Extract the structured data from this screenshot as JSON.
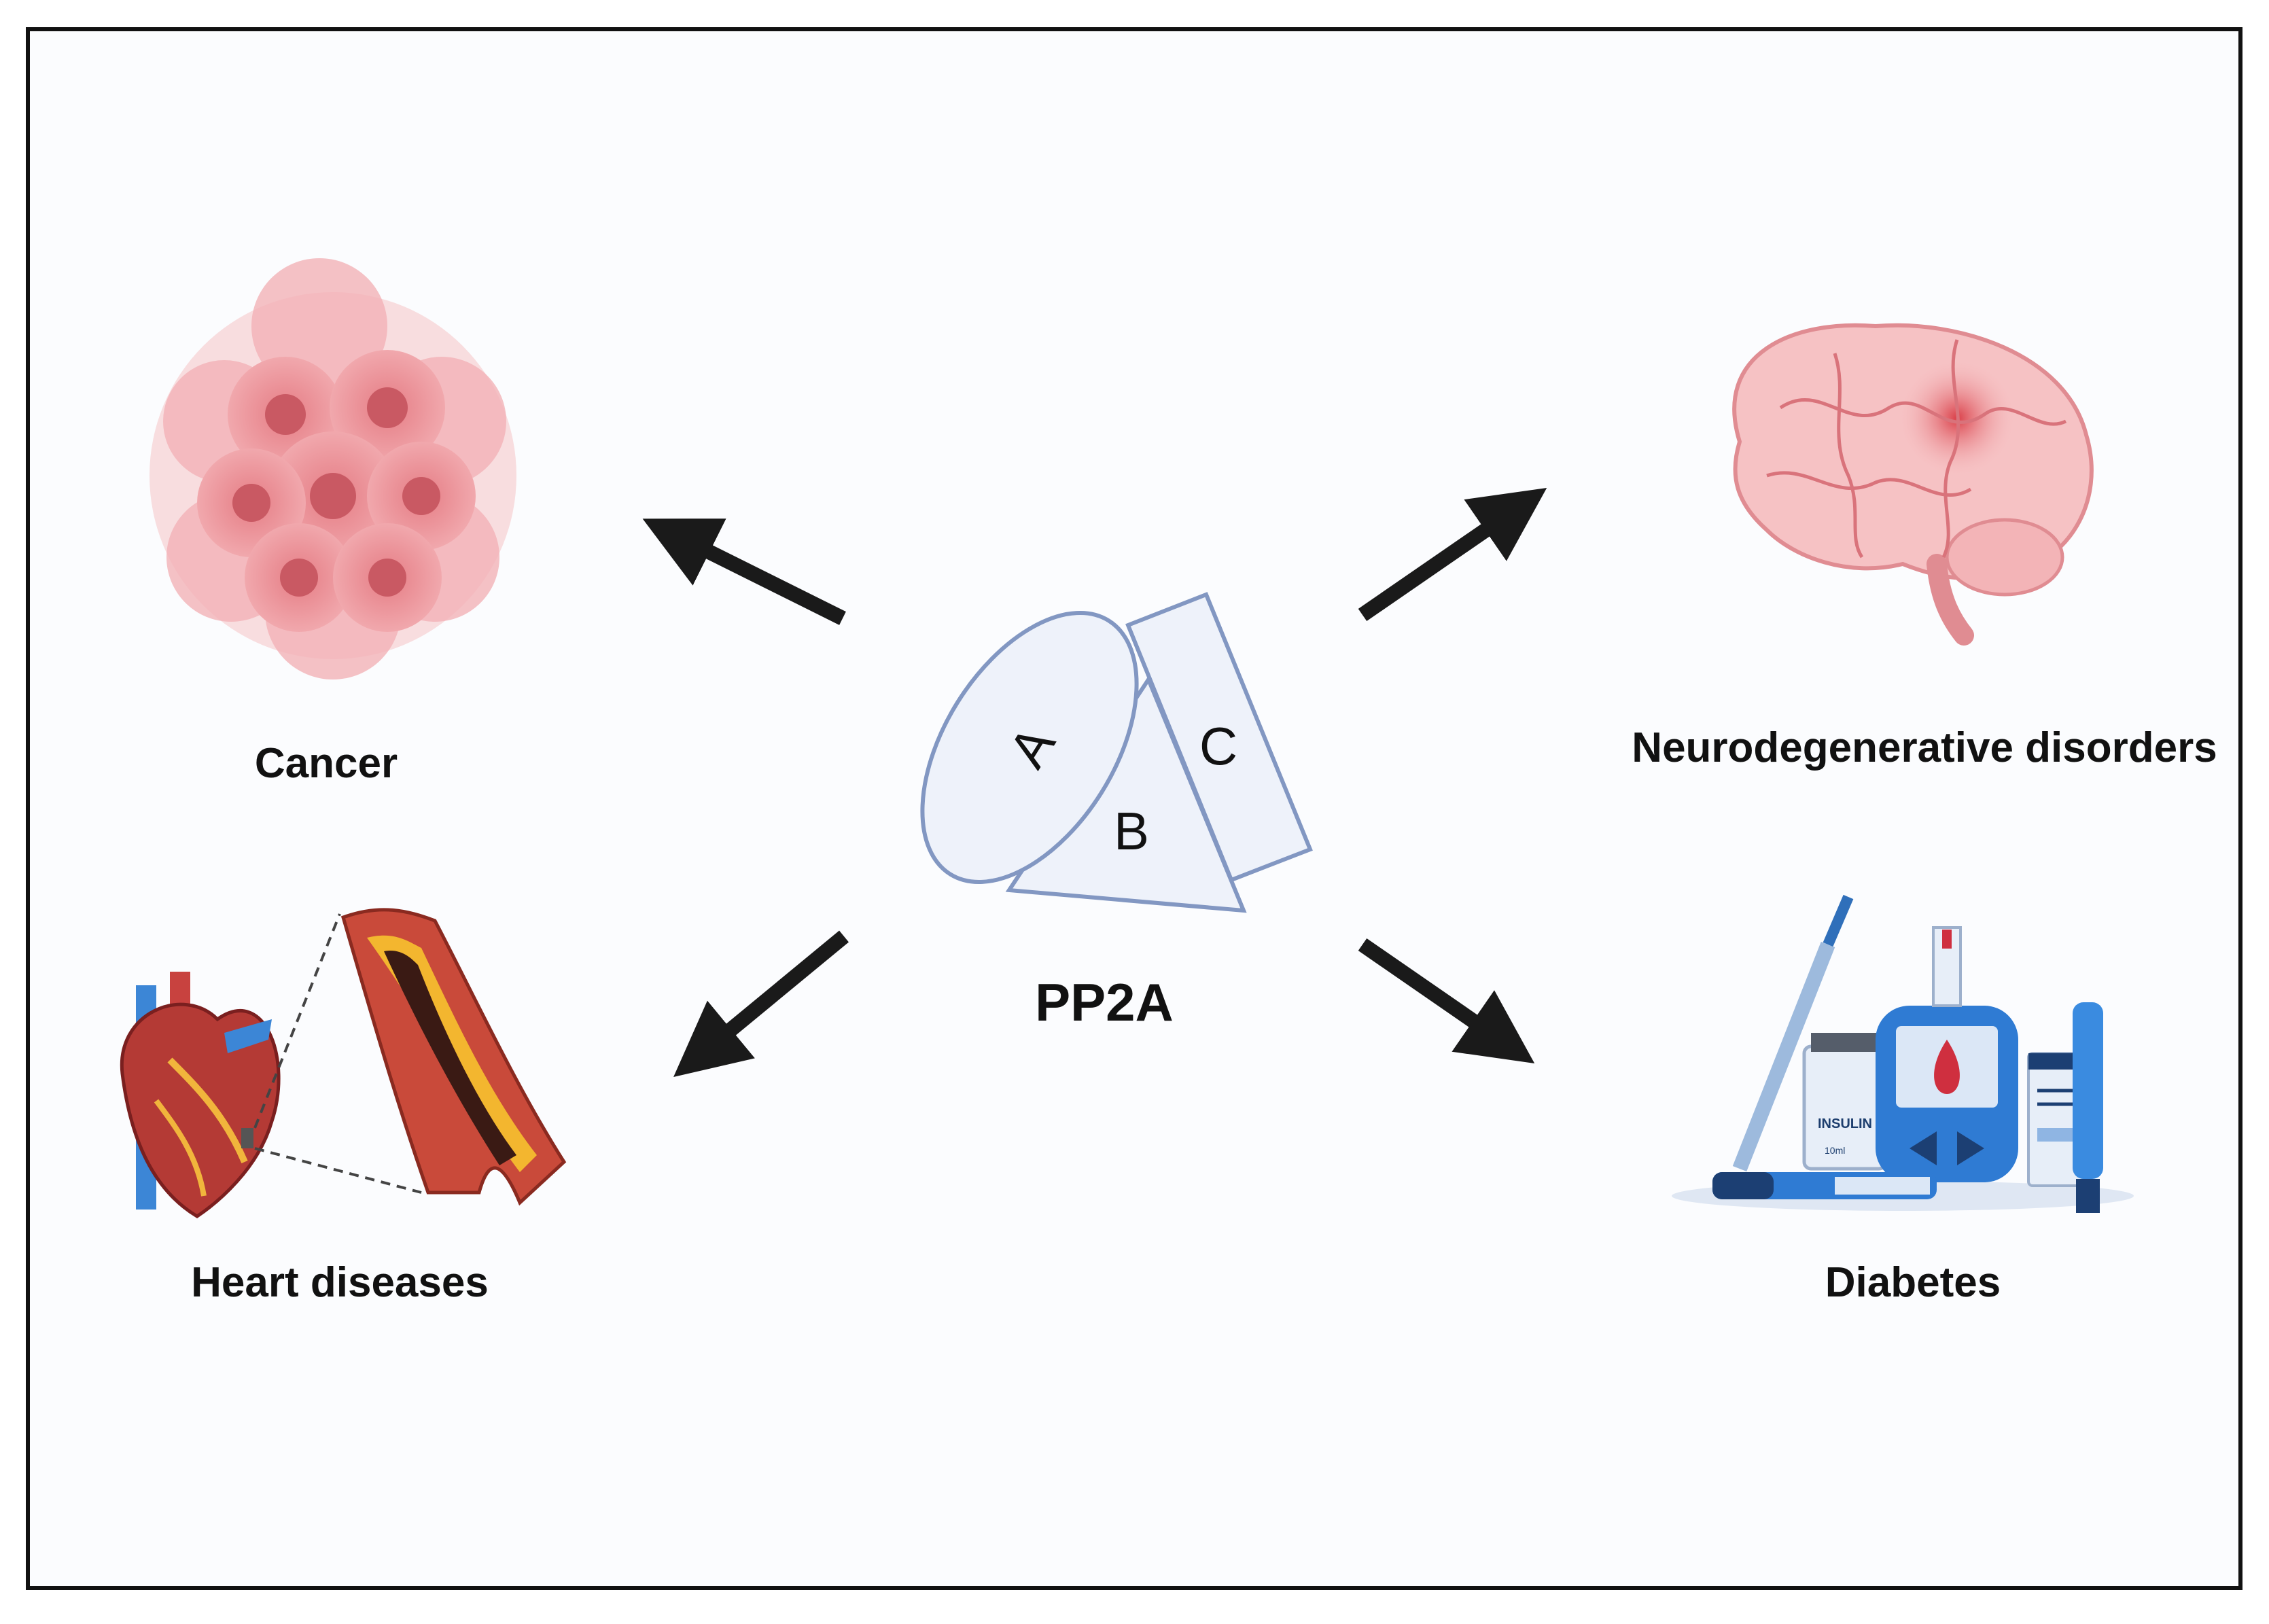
{
  "center": {
    "label": "PP2A",
    "subunits": [
      "A",
      "B",
      "C"
    ]
  },
  "diseases": [
    {
      "id": "cancer",
      "label": "Cancer",
      "icon": "cancer-cell-cluster-icon"
    },
    {
      "id": "neuro",
      "label": "Neurodegenerative disorders",
      "icon": "brain-icon"
    },
    {
      "id": "heart",
      "label": "Heart diseases",
      "icon": "heart-artery-icon"
    },
    {
      "id": "diabetes",
      "label": "Diabetes",
      "icon": "diabetes-kit-icon"
    }
  ],
  "diabetes_kit": {
    "vial_label": "INSULIN",
    "vial_volume": "10ml"
  },
  "colors": {
    "arrow": "#1a1a1a",
    "subunit_stroke": "#8297c2",
    "subunit_fill": "#eef2fa",
    "cancer": "#e8868c",
    "brain": "#f4b8bb",
    "heart": "#c93a3a",
    "device": "#2f7bd3"
  }
}
